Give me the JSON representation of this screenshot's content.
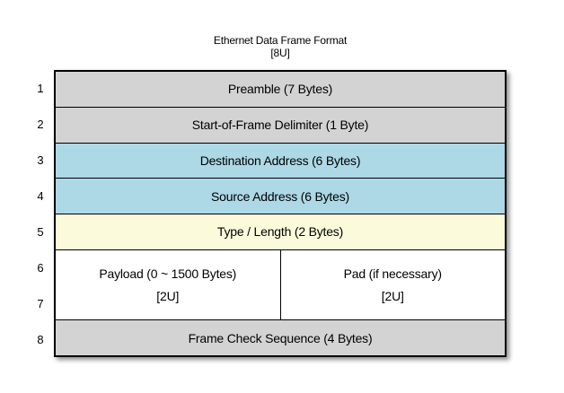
{
  "title": {
    "text": "Ethernet Data Frame Format",
    "unit": "[8U]"
  },
  "row_numbers": [
    "1",
    "2",
    "3",
    "4",
    "5",
    "6",
    "7",
    "8"
  ],
  "rows": [
    {
      "label": "Preamble (7 Bytes)",
      "bg": "#d3d3d3"
    },
    {
      "label": "Start-of-Frame Delimiter (1 Byte)",
      "bg": "#d3d3d3"
    },
    {
      "label": "Destination Address (6 Bytes)",
      "bg": "#add8e6"
    },
    {
      "label": "Source Address (6 Bytes)",
      "bg": "#add8e6"
    },
    {
      "label": "Type / Length (2 Bytes)",
      "bg": "#fbfbdc"
    },
    {
      "label": "Frame Check Sequence (4 Bytes)",
      "bg": "#d3d3d3"
    }
  ],
  "payload_row": {
    "bg": "#ffffff",
    "cells": [
      {
        "line1": "Payload (0 ~ 1500 Bytes)",
        "line2": "[2U]"
      },
      {
        "line1": "Pad (if necessary)",
        "line2": "[2U]"
      }
    ]
  },
  "colors": {
    "header_gray": "#d3d3d3",
    "address_blue": "#add8e6",
    "type_yellow": "#fbfbdc",
    "payload_white": "#ffffff",
    "border": "#000000",
    "background": "#ffffff"
  }
}
